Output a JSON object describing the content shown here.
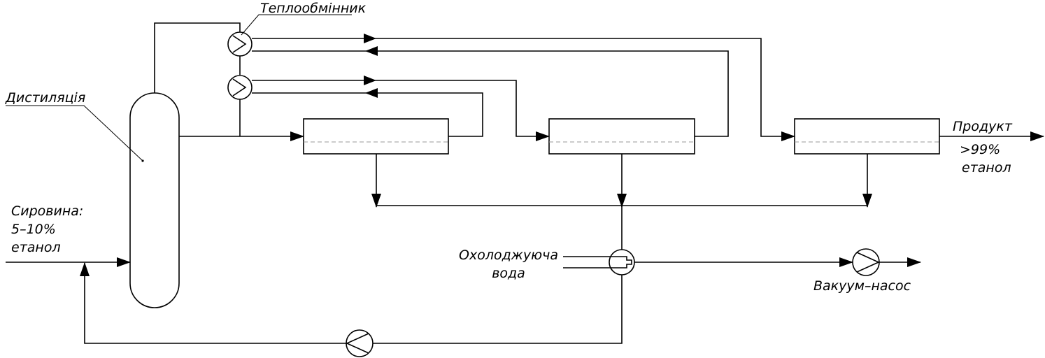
{
  "labels": {
    "heat_exchanger": "Теплообмінник",
    "distillation": "Дистиляція",
    "feed_line1": "Сировина:",
    "feed_line2": "5–10%",
    "feed_line3": "етанол",
    "product_line1": "Продукт",
    "product_line2": ">99%",
    "product_line3": "етанол",
    "cooling_line1": "Охолоджуюча",
    "cooling_line2": "вода",
    "vacuum_pump": "Вакуум–насос"
  }
}
